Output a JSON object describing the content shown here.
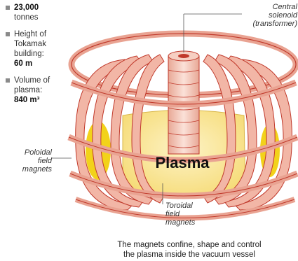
{
  "facts": [
    {
      "label": "",
      "value": "23,000",
      "unit": "tonnes"
    },
    {
      "label": "Height of Tokamak building:",
      "value": "60 m",
      "unit": ""
    },
    {
      "label": "Volume of plasma:",
      "value": "840 m³",
      "unit": ""
    }
  ],
  "callouts": {
    "solenoid_line1": "Central",
    "solenoid_line2": "solenoid",
    "solenoid_line3": "(transformer)",
    "poloidal_line1": "Poloidal",
    "poloidal_line2": "field",
    "poloidal_line3": "magnets",
    "toroidal_line1": "Toroidal",
    "toroidal_line2": "field",
    "toroidal_line3": "magnets"
  },
  "plasma_label": "Plasma",
  "caption_line1": "The magnets confine, shape and control",
  "caption_line2": "the plasma inside the vacuum vessel",
  "colors": {
    "magnet_fill": "#f2b6a6",
    "magnet_stroke": "#c0392b",
    "plasma_fill": "#fbe7a1",
    "plasma_core": "#f2d21a",
    "solenoid_fill": "#f6cfc2"
  }
}
